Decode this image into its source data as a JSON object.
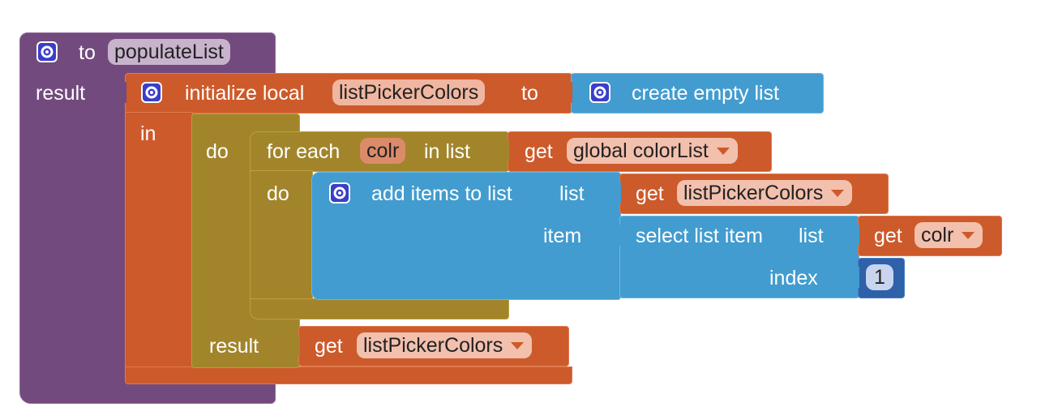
{
  "procedure": {
    "to_label": "to",
    "name": "populateList",
    "result_label": "result"
  },
  "init_local": {
    "label": "initialize local",
    "var_name": "listPickerColors",
    "to_label": "to",
    "in_label": "in",
    "value_block": "create empty list"
  },
  "do_result": {
    "do_label": "do",
    "result_label": "result",
    "get_label": "get",
    "get_var": "listPickerColors"
  },
  "for_each": {
    "label": "for each",
    "var_name": "colr",
    "in_list_label": "in list",
    "do_label": "do",
    "get_label": "get",
    "get_var": "global colorList"
  },
  "add_items": {
    "label": "add items to list",
    "list_label": "list",
    "item_label": "item",
    "get_label": "get",
    "get_var": "listPickerColors"
  },
  "select_item": {
    "label": "select list item",
    "list_label": "list",
    "index_label": "index",
    "get_label": "get",
    "get_var": "colr",
    "index_value": "1"
  },
  "colors": {
    "procedure": "#734a7e",
    "variables": "#cd5a2a",
    "control": "#a2852b",
    "lists": "#429ccf",
    "math": "#2e61a8"
  }
}
